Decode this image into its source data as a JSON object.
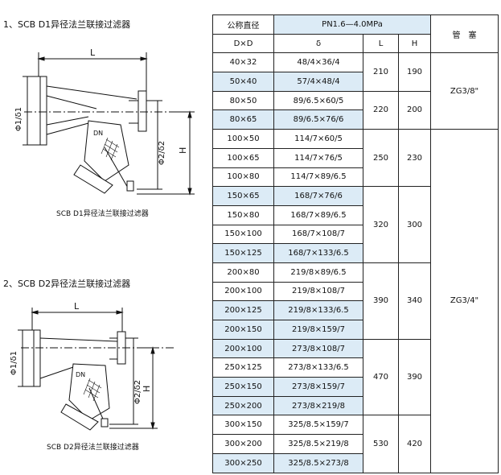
{
  "section1": {
    "heading": "1、SCB D1异径法兰联接过滤器",
    "caption": "SCB D1异径法兰联接过滤器",
    "dims": {
      "L": "L",
      "phi1": "Φ1/δ1",
      "phi2": "Φ2/δ2",
      "H": "H",
      "DN": "DN"
    }
  },
  "section2": {
    "heading": "2、SCB D2异径法兰联接过滤器",
    "caption": "SCB D2异径法兰联接过滤器",
    "dims": {
      "L": "L",
      "phi1": "Φ1/δ1",
      "phi2": "Φ2/δ2",
      "H": "H",
      "DN": "DN"
    }
  },
  "table": {
    "headers": {
      "nominal": "公称直径",
      "dxd": "D×D",
      "pressure": "PN1.6—4.0MPa",
      "delta": "δ",
      "L": "L",
      "H": "H",
      "plug": "管　塞"
    },
    "rows": [
      {
        "d": "40×32",
        "delta": "48/4×36/4"
      },
      {
        "d": "50×40",
        "delta": "57/4×48/4"
      },
      {
        "d": "80×50",
        "delta": "89/6.5×60/5"
      },
      {
        "d": "80×65",
        "delta": "89/6.5×76/6"
      },
      {
        "d": "100×50",
        "delta": "114/7×60/5"
      },
      {
        "d": "100×65",
        "delta": "114/7×76/5"
      },
      {
        "d": "100×80",
        "delta": "114/7×89/6.5"
      },
      {
        "d": "150×65",
        "delta": "168/7×76/6"
      },
      {
        "d": "150×80",
        "delta": "168/7×89/6.5"
      },
      {
        "d": "150×100",
        "delta": "168/7×108/7"
      },
      {
        "d": "150×125",
        "delta": "168/7×133/6.5"
      },
      {
        "d": "200×80",
        "delta": "219/8×89/6.5"
      },
      {
        "d": "200×100",
        "delta": "219/8×108/7"
      },
      {
        "d": "200×125",
        "delta": "219/8×133/6.5"
      },
      {
        "d": "200×150",
        "delta": "219/8×159/7"
      },
      {
        "d": "200×100",
        "delta": "273/8×108/7"
      },
      {
        "d": "250×125",
        "delta": "273/8×133/6.5"
      },
      {
        "d": "250×150",
        "delta": "273/8×159/7"
      },
      {
        "d": "250×200",
        "delta": "273/8×219/8"
      },
      {
        "d": "300×150",
        "delta": "325/8.5×159/7"
      },
      {
        "d": "300×200",
        "delta": "325/8.5×219/8"
      },
      {
        "d": "300×250",
        "delta": "325/8.5×273/8"
      }
    ],
    "groups": [
      {
        "L": "210",
        "H": "190"
      },
      {
        "L": "220",
        "H": "200"
      },
      {
        "L": "250",
        "H": "230"
      },
      {
        "L": "320",
        "H": "300"
      },
      {
        "L": "390",
        "H": "340"
      },
      {
        "L": "470",
        "H": "390"
      },
      {
        "L": "530",
        "H": "420"
      }
    ],
    "plugs": [
      "ZG3/8\"",
      "ZG3/4\""
    ]
  }
}
